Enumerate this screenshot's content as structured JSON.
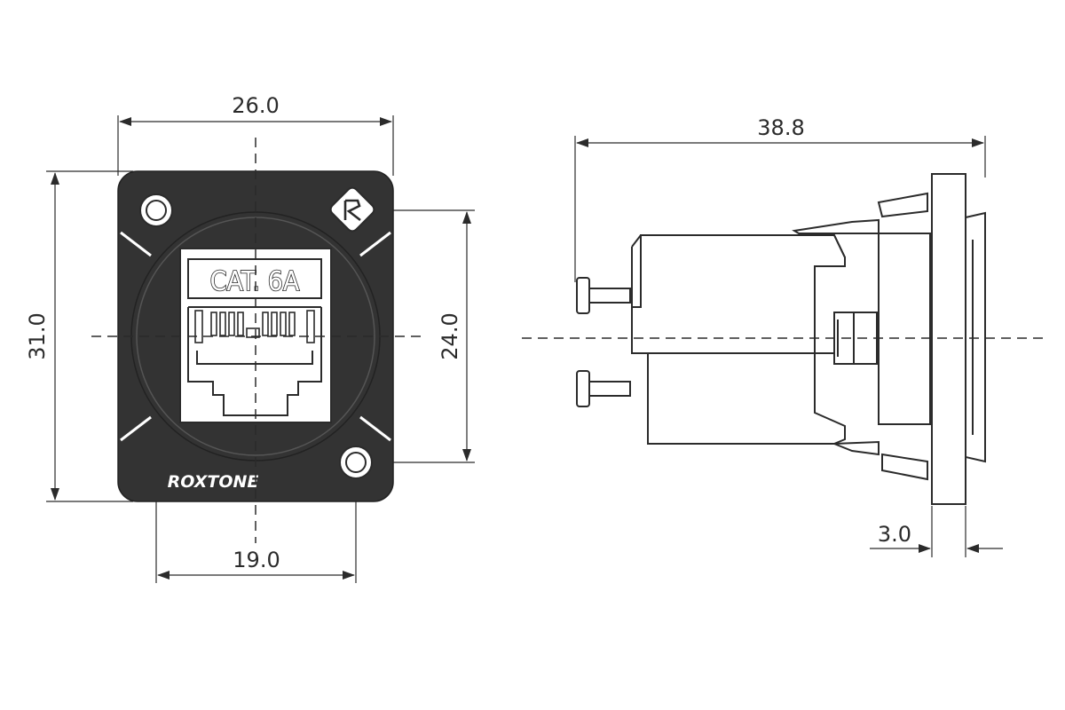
{
  "front_view": {
    "label": "CAT. 6A",
    "brand": "ROXTONE",
    "dim_width": "26.0",
    "dim_height": "31.0",
    "dim_hole_vertical": "24.0",
    "dim_hole_horizontal": "19.0"
  },
  "side_view": {
    "dim_length": "38.8",
    "dim_flange": "3.0"
  },
  "colors": {
    "line": "#2b2b2b",
    "body": "#333333",
    "background": "#ffffff"
  },
  "icons": [
    "roxtone-logo-icon"
  ]
}
